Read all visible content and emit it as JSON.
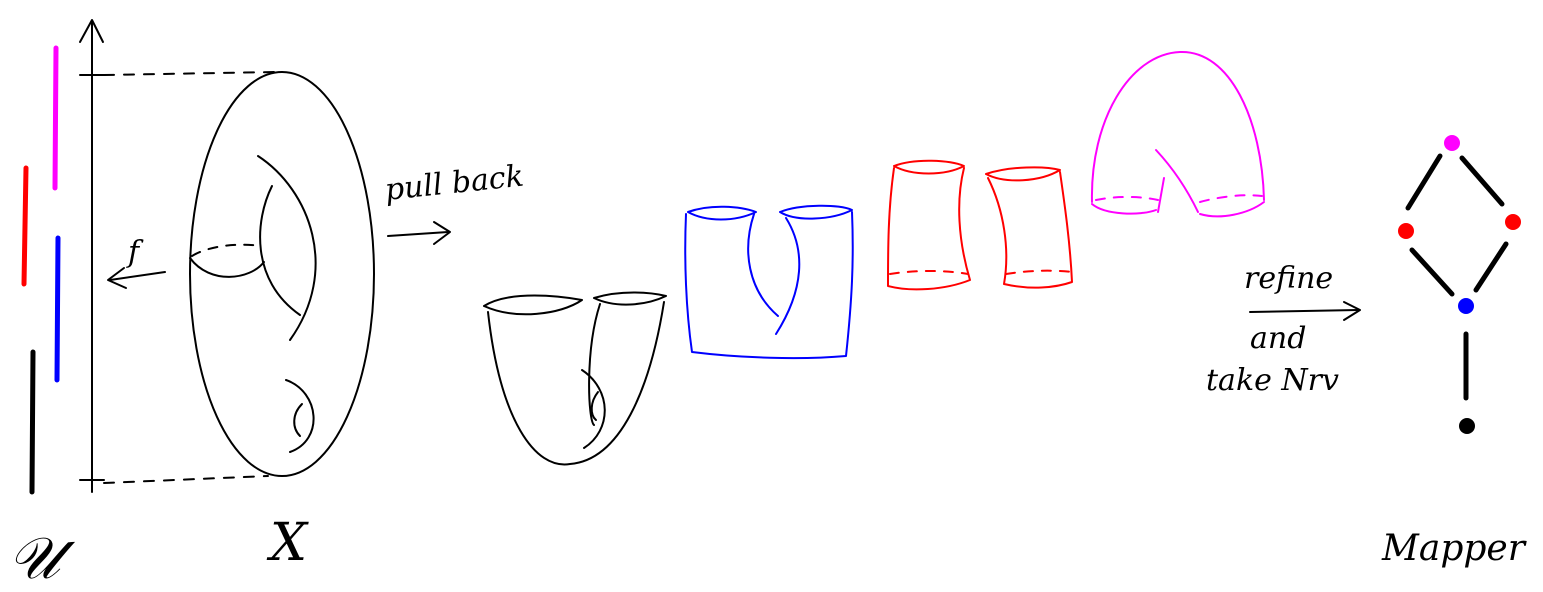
{
  "colors": {
    "black": "#000000",
    "magenta": "#ff00ff",
    "red": "#ff0000",
    "blue": "#0000ff"
  },
  "labels": {
    "cover": "𝒰",
    "space": "X",
    "map": "f",
    "pullback": "pull back",
    "refine": "refine",
    "and": "and",
    "take_nrv": "take Nrv",
    "mapper": "Mapper"
  },
  "cover_intervals": [
    {
      "name": "black-interval",
      "color": "black"
    },
    {
      "name": "blue-interval",
      "color": "blue"
    },
    {
      "name": "red-interval",
      "color": "red"
    },
    {
      "name": "magenta-interval",
      "color": "magenta"
    }
  ],
  "pieces": [
    {
      "name": "black-piece",
      "color": "black"
    },
    {
      "name": "blue-piece",
      "color": "blue"
    },
    {
      "name": "red-piece",
      "color": "red"
    },
    {
      "name": "magenta-piece",
      "color": "magenta"
    }
  ],
  "mapper_graph": {
    "nodes": [
      {
        "id": "top",
        "color": "magenta"
      },
      {
        "id": "left",
        "color": "red"
      },
      {
        "id": "right",
        "color": "red"
      },
      {
        "id": "middle",
        "color": "blue"
      },
      {
        "id": "bottom",
        "color": "black"
      }
    ],
    "edges": [
      [
        "top",
        "left"
      ],
      [
        "top",
        "right"
      ],
      [
        "left",
        "middle"
      ],
      [
        "right",
        "middle"
      ],
      [
        "middle",
        "bottom"
      ]
    ]
  }
}
